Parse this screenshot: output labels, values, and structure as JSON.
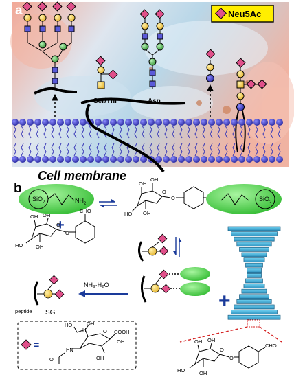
{
  "panel_a": {
    "letter": "a",
    "legend_label": "Neu5Ac",
    "site_label_1": "Ser/Thr",
    "site_label_2": "Asn",
    "membrane_label": "Cell membrane"
  },
  "panel_b": {
    "letter": "b",
    "silica_label_1": "SiO",
    "silica_sub_1": "2",
    "amine_label": "NH",
    "amine_sub": "2",
    "silica_label_2": "SiO",
    "silica_sub_2": "2",
    "imine_label": "N",
    "aldehyde_label_1": "CHO",
    "aldehyde_label_2": "CHO",
    "plus_sign_1": "+",
    "plus_sign_2": "+",
    "reagent_label": "NH₃·H₂O",
    "peptide_label": "peptide",
    "sg_label": "SG",
    "equals_label": "=",
    "oh_label": "OH",
    "ho_label": "HO",
    "o_label": "O",
    "cooh_label": "COOH",
    "hn_label": "HN",
    "h_label": "H",
    "n_label": "N"
  },
  "colors": {
    "neu5ac": "#e0508a",
    "legend_bg": "#ffee00",
    "galactose": "#f4cd4f",
    "mannose": "#5fbf5f",
    "glcnac": "#5a5ad8",
    "galnac": "#f4cd4f",
    "silica": "#3cc83c",
    "arrow_blue": "#1a3a9a",
    "imine_red": "#d42020",
    "lipid_head": "#3a3ab8"
  }
}
